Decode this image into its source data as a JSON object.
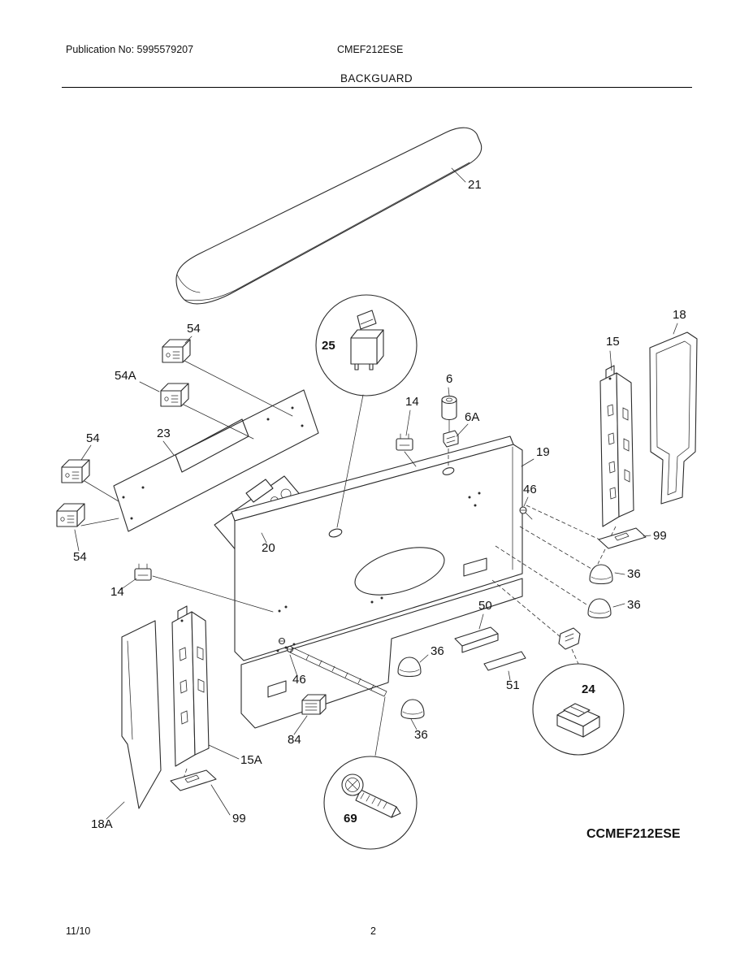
{
  "header": {
    "publication": "Publication No: 5995579207",
    "model": "CMEF212ESE",
    "section": "BACKGUARD"
  },
  "footer": {
    "date": "11/10",
    "page": "2"
  },
  "diagram": {
    "model_variant": "CCMEF212ESE",
    "labels": {
      "p21": "21",
      "p54_top": "54",
      "p54A": "54A",
      "p54_mid": "54",
      "p54_low": "54",
      "p25": "25",
      "p23": "23",
      "p20": "20",
      "p14_top": "14",
      "p14_left": "14",
      "p6": "6",
      "p6A": "6A",
      "p19": "19",
      "p46_right": "46",
      "p46_mid": "46",
      "p15": "15",
      "p18": "18",
      "p99_right": "99",
      "p99_bottom": "99",
      "p36_r1": "36",
      "p36_r2": "36",
      "p36_m1": "36",
      "p36_m2": "36",
      "p50": "50",
      "p51": "51",
      "p24": "24",
      "p84": "84",
      "p15A": "15A",
      "p18A": "18A",
      "p69": "69"
    }
  }
}
